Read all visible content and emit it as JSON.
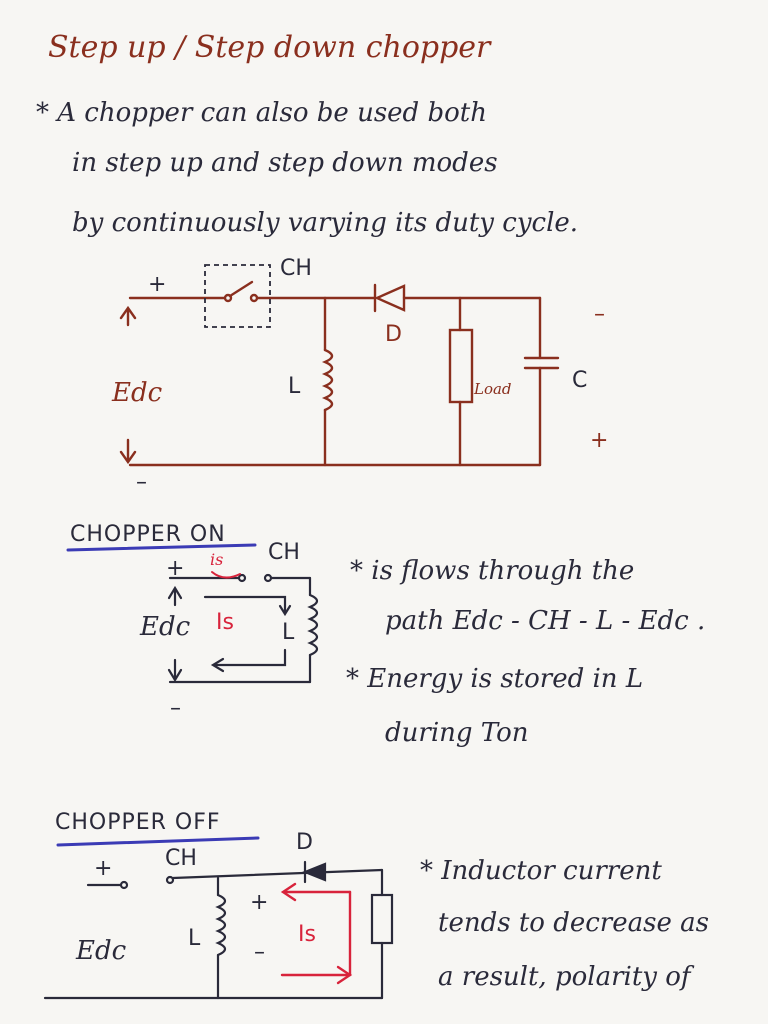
{
  "title": "Step up / Step down chopper",
  "intro": {
    "line1": "* A chopper can also be used both",
    "line2": "in step up and step down modes",
    "line3": "by continuously varying its duty cycle."
  },
  "circuit1": {
    "plus": "+",
    "minus": "–",
    "ch": "CH",
    "d": "D",
    "edc": "Edc",
    "l": "L",
    "load": "Load",
    "c": "C",
    "c_minus": "–",
    "c_plus": "+"
  },
  "chopper_on": {
    "heading": "CHOPPER ON",
    "plus": "+",
    "minus": "–",
    "ch": "CH",
    "is_small": "is",
    "edc": "Edc",
    "is_label": "Is",
    "l": "L",
    "note1_line1": "* is flows through the",
    "note1_line2": "path Edc - CH - L - Edc .",
    "note2_line1": "* Energy is stored in L",
    "note2_line2": "during Ton"
  },
  "chopper_off": {
    "heading": "CHOPPER OFF",
    "plus": "+",
    "ch": "CH",
    "d": "D",
    "edc": "Edc",
    "l": "L",
    "l_plus": "+",
    "l_minus": "–",
    "is_label": "Is",
    "note_line1": "* Inductor current",
    "note_line2": "tends to decrease as",
    "note_line3": "a result, polarity of"
  },
  "colors": {
    "ink_brown": "#8a2f1e",
    "ink_dark": "#2a2a3a",
    "ink_red": "#d8233b",
    "underline_blue": "#3b3bb5",
    "paper": "#f7f6f3"
  }
}
